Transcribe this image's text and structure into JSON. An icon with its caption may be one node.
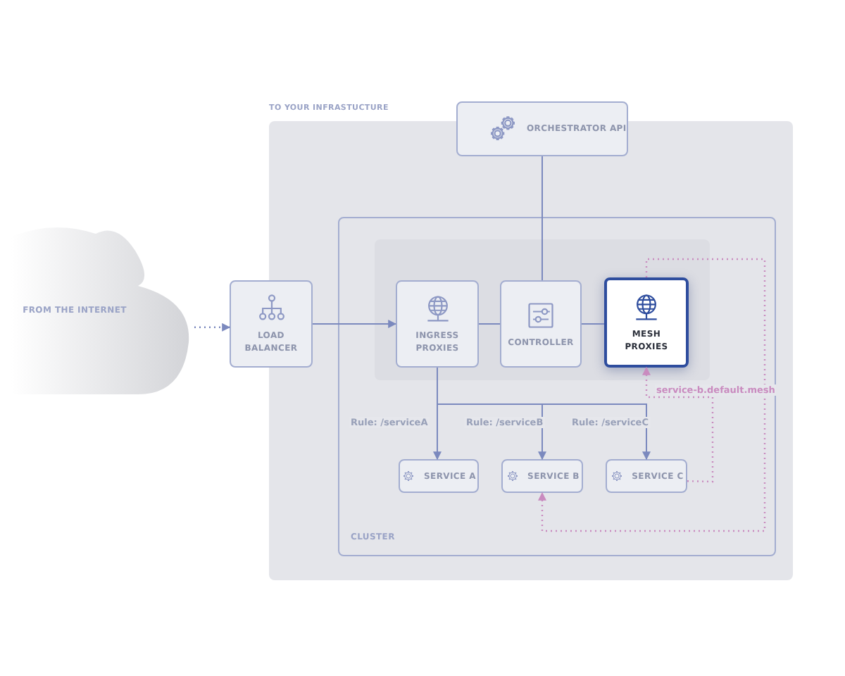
{
  "diagram": {
    "nodes": [
      {
        "text": [
          "TO YOUR INFRASTUCTURE"
        ]
      },
      {
        "text": [
          "ORCHESTRATOR API"
        ]
      },
      {
        "text": [
          "CLUSTER"
        ],
        "in": 0
      },
      {
        "text": [],
        "shape": "box",
        "in": 2
      },
      {
        "text": [
          "FROM THE INTERNET"
        ]
      },
      {
        "text": [
          "LOAD BALANCER"
        ]
      },
      {
        "text": [
          "INGRESS PROXIES"
        ],
        "in": 3
      },
      {
        "text": [
          "CONTROLLER"
        ],
        "in": 3
      },
      {
        "text": [
          "MESH PROXIES"
        ],
        "in": 3
      },
      {
        "text": [
          "SERVICE A"
        ],
        "in": 2
      },
      {
        "text": [
          "SERVICE B"
        ],
        "in": 2
      },
      {
        "text": [
          "SERVICE C"
        ],
        "in": 2
      }
    ],
    "edges": [
      {
        "from": 1,
        "to": 7,
        "arrow": "none"
      },
      {
        "from": 4,
        "to": 5,
        "arrow": "to",
        "style": "dashed"
      },
      {
        "from": 5,
        "to": 6,
        "arrow": "to"
      },
      {
        "from": 6,
        "to": 7,
        "arrow": "none"
      },
      {
        "from": 7,
        "to": 8,
        "arrow": "none"
      },
      {
        "from": 6,
        "to": 9,
        "arrow": "to",
        "label": "Rule: /serviceA"
      },
      {
        "from": 6,
        "to": 10,
        "arrow": "to",
        "label": "Rule: /serviceB"
      },
      {
        "from": 6,
        "to": 11,
        "arrow": "to",
        "label": "Rule: /serviceC"
      },
      {
        "from": 11,
        "to": 8,
        "arrow": "to",
        "style": "dashed",
        "color": "#c98bbf",
        "label": "service-b.default.mesh"
      },
      {
        "from": 8,
        "to": 10,
        "arrow": "to",
        "style": "dashed",
        "color": "#c98bbf"
      }
    ]
  }
}
